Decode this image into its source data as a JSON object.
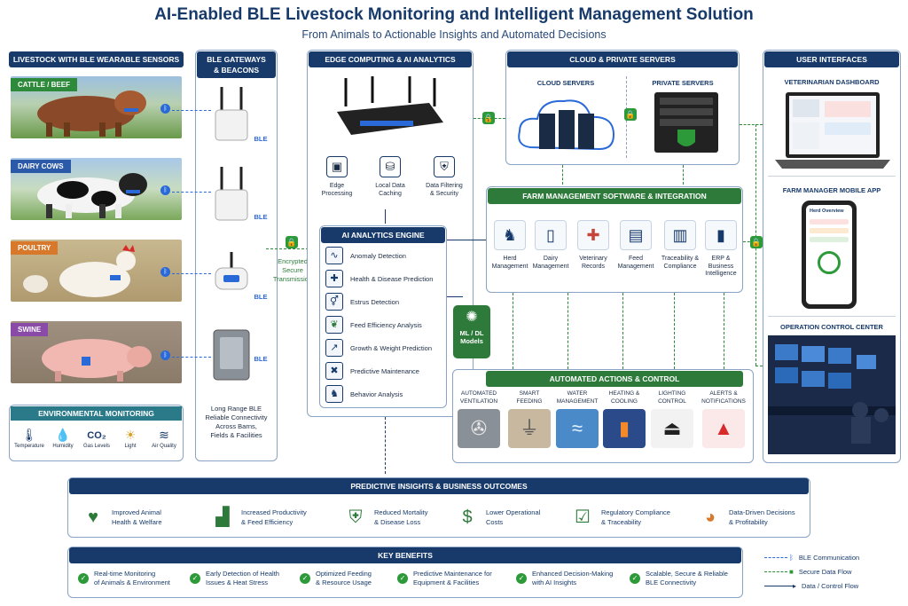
{
  "title": "AI-Enabled BLE Livestock Monitoring and Intelligent Management Solution",
  "subtitle": "From Animals to Actionable Insights and Automated Decisions",
  "livestock": {
    "header": "LIVESTOCK WITH BLE WEARABLE SENSORS",
    "items": [
      {
        "label": "CATTLE / BEEF",
        "color": "#2d8a3a"
      },
      {
        "label": "DAIRY COWS",
        "color": "#2a5aa8"
      },
      {
        "label": "POULTRY",
        "color": "#d8782a"
      },
      {
        "label": "SWINE",
        "color": "#8a4aa8"
      }
    ]
  },
  "environment": {
    "header": "ENVIRONMENTAL MONITORING",
    "items": [
      "Temperature",
      "Humidity",
      "Gas Levels",
      "Light",
      "Air Quality"
    ],
    "co2": "CO₂"
  },
  "gateways": {
    "header_line1": "BLE GATEWAYS",
    "header_line2": "& BEACONS",
    "ble": "BLE",
    "note_line1": "Long Range BLE",
    "note_line2": "Reliable Connectivity",
    "note_line3": "Across Barns,",
    "note_line4": "Fields & Facilities"
  },
  "encrypted": {
    "line1": "Encrypted",
    "line2": "Secure",
    "line3": "Transmission"
  },
  "edge": {
    "header": "EDGE COMPUTING & AI ANALYTICS",
    "items": [
      {
        "l1": "Edge",
        "l2": "Processing"
      },
      {
        "l1": "Local Data",
        "l2": "Caching"
      },
      {
        "l1": "Data Filtering",
        "l2": "& Security"
      }
    ]
  },
  "engine": {
    "header": "AI ANALYTICS ENGINE",
    "items": [
      "Anomaly Detection",
      "Health & Disease Prediction",
      "Estrus Detection",
      "Feed Efficiency Analysis",
      "Growth & Weight Prediction",
      "Predictive Maintenance",
      "Behavior Analysis"
    ]
  },
  "ml": {
    "line1": "ML / DL",
    "line2": "Models"
  },
  "cloud": {
    "header": "CLOUD & PRIVATE SERVERS",
    "cloud_label": "CLOUD SERVERS",
    "private_label": "PRIVATE SERVERS"
  },
  "farm": {
    "header": "FARM MANAGEMENT SOFTWARE & INTEGRATION",
    "items": [
      {
        "l1": "Herd",
        "l2": "Management",
        "l3": ""
      },
      {
        "l1": "Dairy",
        "l2": "Management",
        "l3": ""
      },
      {
        "l1": "Veterinary",
        "l2": "Records",
        "l3": ""
      },
      {
        "l1": "Feed",
        "l2": "Management",
        "l3": ""
      },
      {
        "l1": "Traceability &",
        "l2": "Compliance",
        "l3": ""
      },
      {
        "l1": "ERP &",
        "l2": "Business",
        "l3": "Intelligence"
      }
    ]
  },
  "actions": {
    "header": "AUTOMATED ACTIONS & CONTROL",
    "items": [
      {
        "l1": "AUTOMATED",
        "l2": "VENTILATION"
      },
      {
        "l1": "SMART",
        "l2": "FEEDING"
      },
      {
        "l1": "WATER",
        "l2": "MANAGEMENT"
      },
      {
        "l1": "HEATING &",
        "l2": "COOLING"
      },
      {
        "l1": "LIGHTING",
        "l2": "CONTROL"
      },
      {
        "l1": "ALERTS &",
        "l2": "NOTIFICATIONS"
      }
    ]
  },
  "ui": {
    "header": "USER INTERFACES",
    "vet": "VETERINARIAN DASHBOARD",
    "mobile": "FARM MANAGER MOBILE APP",
    "mobile_screen_title": "Herd Overview",
    "occ": "OPERATION CONTROL CENTER"
  },
  "outcomes": {
    "header": "PREDICTIVE INSIGHTS & BUSINESS OUTCOMES",
    "items": [
      {
        "l1": "Improved Animal",
        "l2": "Health & Welfare"
      },
      {
        "l1": "Increased Productivity",
        "l2": "& Feed Efficiency"
      },
      {
        "l1": "Reduced Mortality",
        "l2": "& Disease Loss"
      },
      {
        "l1": "Lower Operational",
        "l2": "Costs"
      },
      {
        "l1": "Regulatory Compliance",
        "l2": "& Traceability"
      },
      {
        "l1": "Data-Driven Decisions",
        "l2": "& Profitability"
      }
    ]
  },
  "benefits": {
    "header": "KEY BENEFITS",
    "items": [
      {
        "l1": "Real-time Monitoring",
        "l2": "of Animals & Environment"
      },
      {
        "l1": "Early Detection of Health",
        "l2": "Issues & Heat Stress"
      },
      {
        "l1": "Optimized Feeding",
        "l2": "& Resource Usage"
      },
      {
        "l1": "Predictive Maintenance for",
        "l2": "Equipment & Facilities"
      },
      {
        "l1": "Enhanced Decision-Making",
        "l2": "with AI Insights"
      },
      {
        "l1": "Scalable, Secure & Reliable",
        "l2": "BLE Connectivity"
      }
    ]
  },
  "legend": {
    "ble": "BLE Communication",
    "secure": "Secure Data Flow",
    "data": "Data / Control Flow"
  }
}
